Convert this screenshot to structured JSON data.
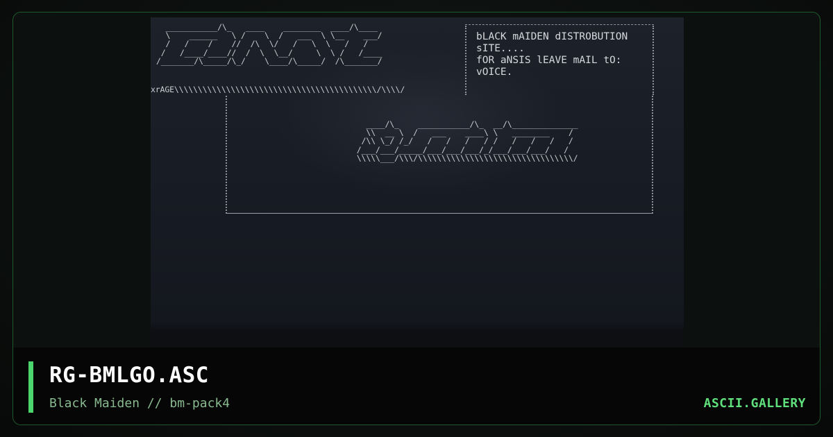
{
  "artwork": {
    "logo_top": "  ___________/\\_   ____    ________  ____/\\____\n  \\    ______   \\ /    \\  /   ___  \\ \\__    ___/\n  /   /    /    //  /\\  \\/   /   \\  \\   /   /\n /   /____/____//  /  \\  \\__/     \\  \\ /   /____\n/_______/\\_____/\\_/    \\____/\\_____/  /\\_______/\n",
    "credit_line": "xrAGE\\\\\\\\\\\\\\\\\\\\\\\\\\\\\\\\\\\\\\\\\\\\\\\\\\\\\\\\\\\\\\\\\\\\\\\\\\\\\\\\\\\\\\/\\\\\\\\/",
    "logo_bottom": "   ____/\\_    ___________/\\_  __/\\______________\n   \\\\  __ \\  /   ___    ____\\ \\   ________    /\n  /\\\\ \\_/ /_/   /   /   /   / /   /   /   /   /\n /___/___/_____/___/___/___/_/___/___/___/   /\n \\\\\\\\\\___/\\\\\\/\\\\\\\\\\\\\\\\\\\\\\\\\\\\\\\\\\\\\\\\\\\\\\\\\\\\\\\\\\\\\\\\\\/",
    "info_lines": [
      "bLACK mAIDEN dISTROBUTION",
      "sITE....",
      "fOR aNSIS lEAVE mAIL tO:",
      "vOICE."
    ]
  },
  "caption": {
    "title": "RG-BMLGO.ASC",
    "subtitle": "Black Maiden // bm-pack4",
    "brand": "ASCII.GALLERY"
  },
  "colors": {
    "accent": "#4ad66d",
    "brand": "#5fe07c",
    "frame_border": "#1f5a2e"
  }
}
